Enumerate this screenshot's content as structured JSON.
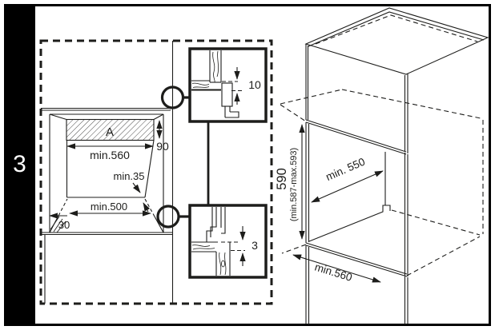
{
  "panel": {
    "step_number": "3"
  },
  "colors": {
    "line": "#1d1d1b",
    "frame": "#000000",
    "background": "#ffffff"
  },
  "cutout_diagram": {
    "vent_label": "A",
    "dim_width_top": "min.560",
    "dim_vent_height": "90",
    "dim_corner_clearance": "min.35",
    "dim_width_bottom": "min.500",
    "dim_side_clearance": "30"
  },
  "detail_top": {
    "dim_gap": "10"
  },
  "detail_bottom": {
    "dim_gap": "3"
  },
  "cabinet_view": {
    "dim_height": "590",
    "dim_height_range": "(min.587-max.593)",
    "dim_depth": "min. 550",
    "dim_width": "min.560"
  }
}
